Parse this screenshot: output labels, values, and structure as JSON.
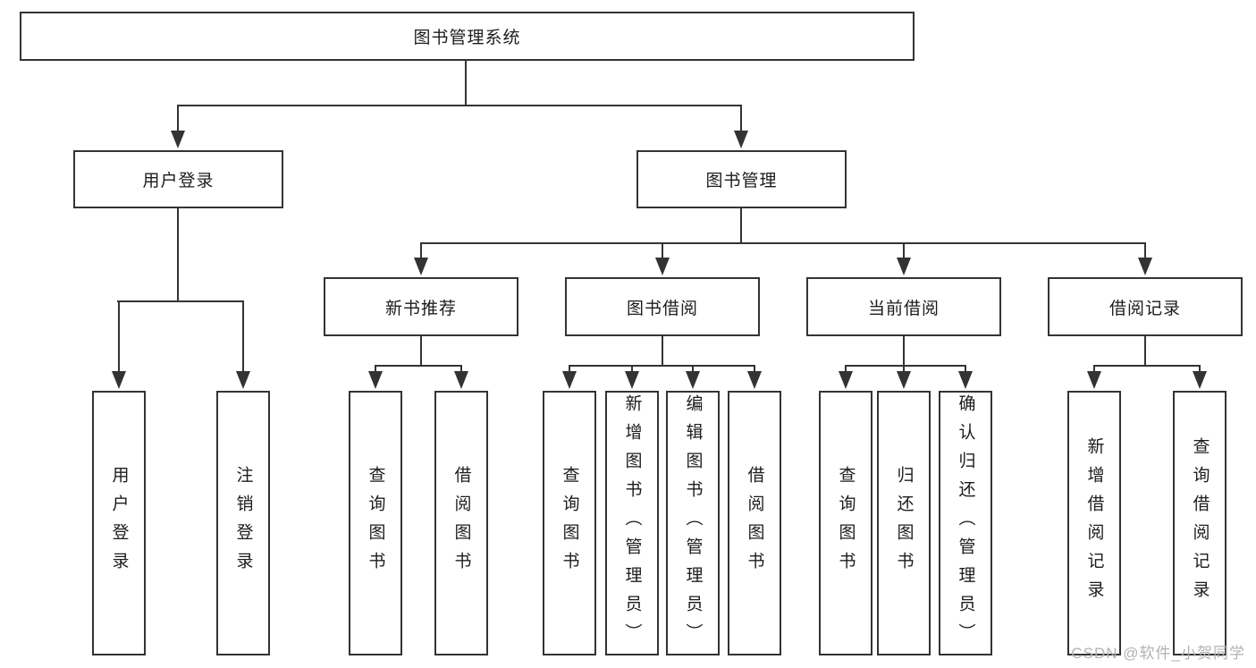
{
  "root": {
    "label": "图书管理系统"
  },
  "user_branch": {
    "label": "用户登录",
    "children": [
      {
        "label": "用户登录"
      },
      {
        "label": "注销登录"
      }
    ]
  },
  "book_branch": {
    "label": "图书管理",
    "groups": [
      {
        "label": "新书推荐",
        "children": [
          {
            "label": "查询图书"
          },
          {
            "label": "借阅图书"
          }
        ]
      },
      {
        "label": "图书借阅",
        "children": [
          {
            "label": "查询图书"
          },
          {
            "label": "新增图书（管理员）"
          },
          {
            "label": "编辑图书（管理员）"
          },
          {
            "label": "借阅图书"
          }
        ]
      },
      {
        "label": "当前借阅",
        "children": [
          {
            "label": "查询图书"
          },
          {
            "label": "归还图书"
          },
          {
            "label": "确认归还（管理员）"
          }
        ]
      },
      {
        "label": "借阅记录",
        "children": [
          {
            "label": "新增借阅记录"
          },
          {
            "label": "查询借阅记录"
          }
        ]
      }
    ]
  },
  "watermark": {
    "text": "CSDN @软件_小贺同学"
  },
  "colors": {
    "line": "#333333",
    "text": "#1c1c1c",
    "watermark": "#b2b2b2",
    "background": "#ffffff"
  }
}
